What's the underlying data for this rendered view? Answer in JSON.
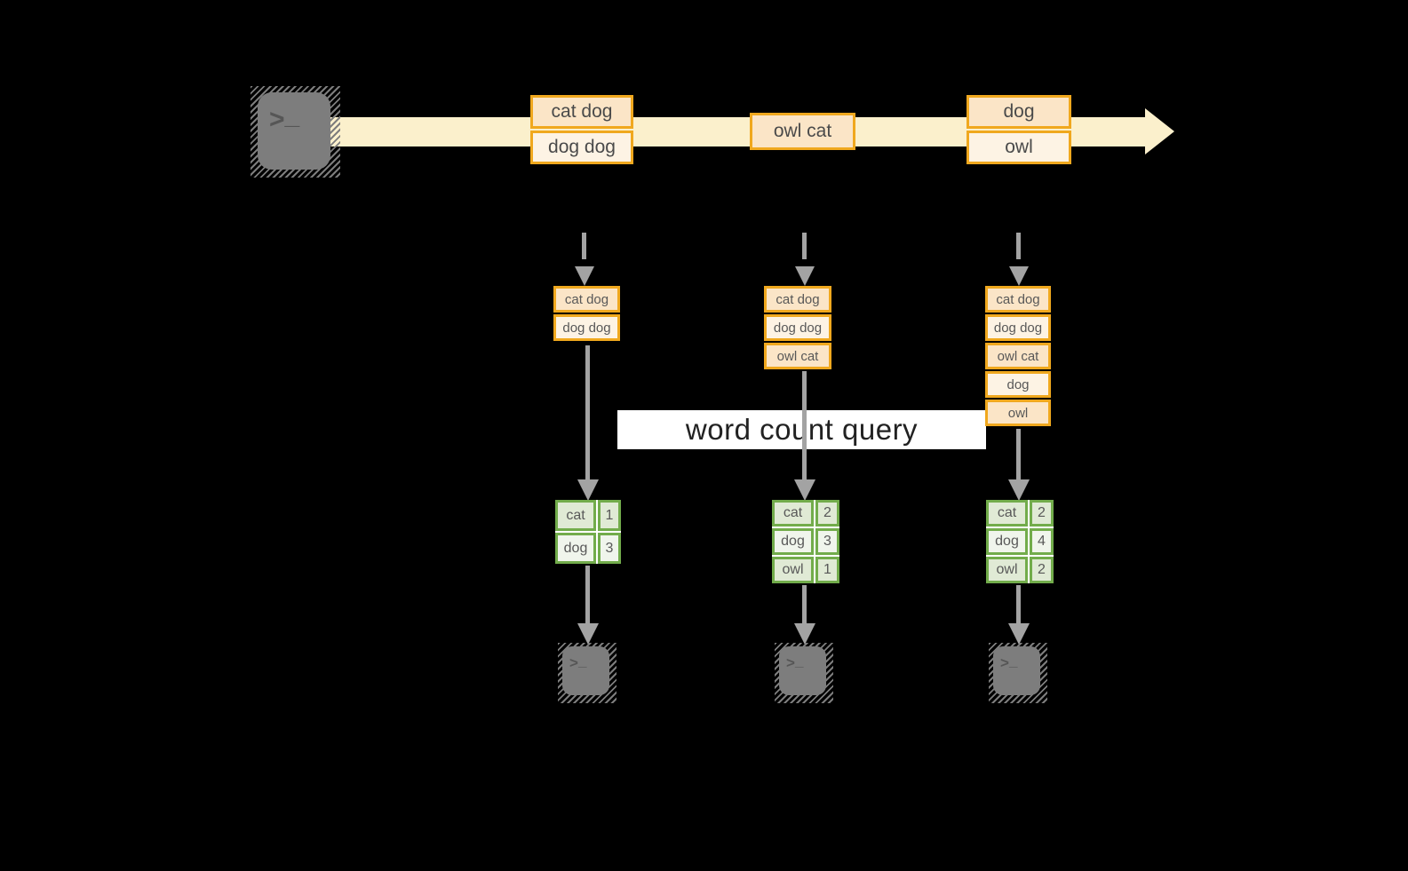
{
  "query": {
    "label": "word count query"
  },
  "icons": {
    "source": "terminal-icon",
    "sinks": [
      "terminal-icon",
      "terminal-icon",
      "terminal-icon"
    ],
    "prompt_char": ">",
    "cursor_char": "_"
  },
  "stream": {
    "boxes": [
      {
        "cells": [
          "cat dog",
          "dog dog"
        ]
      },
      {
        "cells": [
          "owl cat"
        ]
      },
      {
        "cells": [
          "dog",
          "owl"
        ]
      }
    ]
  },
  "columns": [
    {
      "batch": {
        "cells": [
          "cat dog",
          "dog dog"
        ]
      },
      "counts": {
        "rows": [
          [
            "cat",
            "1"
          ],
          [
            "dog",
            "3"
          ]
        ]
      }
    },
    {
      "batch": {
        "cells": [
          "cat dog",
          "dog dog",
          "owl cat"
        ]
      },
      "counts": {
        "rows": [
          [
            "cat",
            "2"
          ],
          [
            "dog",
            "3"
          ],
          [
            "owl",
            "1"
          ]
        ]
      }
    },
    {
      "batch": {
        "cells": [
          "cat dog",
          "dog dog",
          "owl cat",
          "dog",
          "owl"
        ]
      },
      "counts": {
        "rows": [
          [
            "cat",
            "2"
          ],
          [
            "dog",
            "4"
          ],
          [
            "owl",
            "2"
          ]
        ]
      }
    }
  ],
  "colors": {
    "background": "#000000",
    "stream_band": "#FBF0CC",
    "box_border": "#F0A81E",
    "box_fill_dark": "#FBE5C7",
    "box_fill_light": "#FDF3E4",
    "table_border": "#72AC4B",
    "table_fill_dark": "#E0EAD5",
    "table_fill_light": "#F0F5EC",
    "arrow_grey": "#A3A3A3",
    "terminal_grey": "#7D7D7D"
  }
}
